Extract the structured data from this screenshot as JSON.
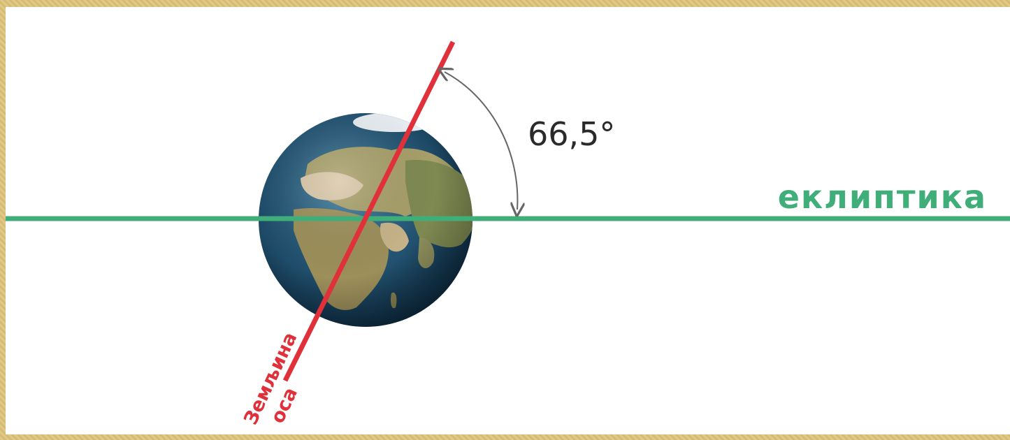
{
  "diagram": {
    "angle_label": "66,5°",
    "ecliptic_label": "еклиптика",
    "axis_label_line1": "Земљина",
    "axis_label_line2": "оса",
    "colors": {
      "ecliptic": "#3fae78",
      "axis": "#e0303a",
      "frame": "#d9bf7a",
      "ocean": "#1f4f6e",
      "land": "#8a8a55"
    }
  }
}
